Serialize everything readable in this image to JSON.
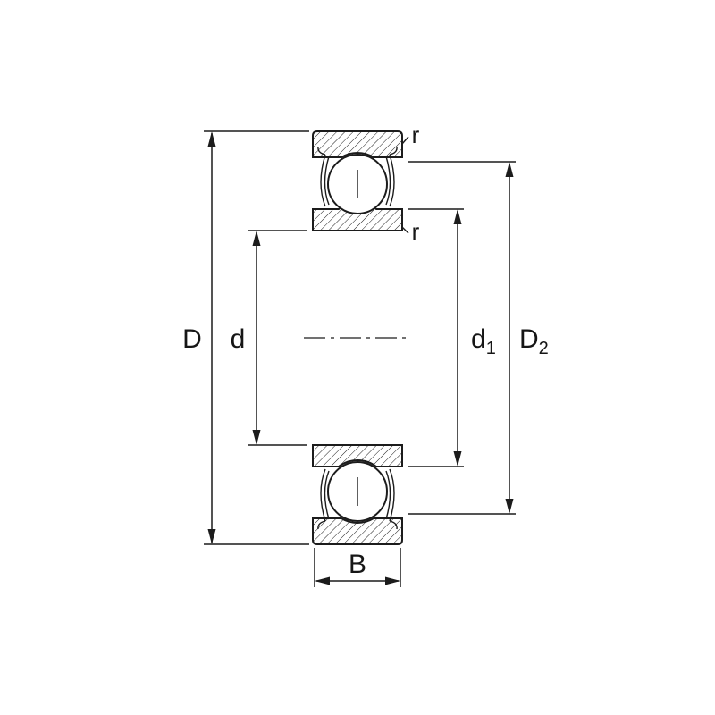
{
  "drawing": {
    "colors": {
      "line": "#1c1c1c",
      "background": "#ffffff"
    },
    "labels": {
      "outer_diameter": "D",
      "bore_diameter": "d",
      "d1_base": "d",
      "d1_sub": "1",
      "d2_base": "D",
      "d2_sub": "2",
      "width": "B",
      "r_outer_corner": "r",
      "r_inner_corner": "r"
    }
  }
}
